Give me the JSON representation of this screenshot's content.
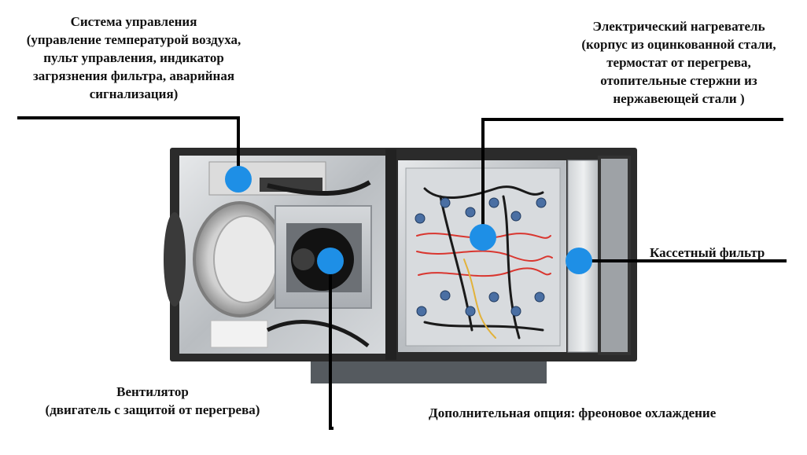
{
  "labels": {
    "control": {
      "lines": [
        "Система управления",
        "(управление температурой воздуха,",
        "пульт управления, индикатор",
        "загрязнения фильтра, аварийная",
        "сигнализация)"
      ]
    },
    "heater": {
      "lines": [
        "Электрический нагреватель",
        "(корпус из оцинкованной стали,",
        "термостат от перегрева,",
        "отопительные стержни из",
        "нержавеющей стали )"
      ]
    },
    "filter": {
      "text": "Кассетный фильтр"
    },
    "fan": {
      "lines": [
        "Вентилятор",
        "(двигатель с защитой от перегрева)"
      ]
    },
    "option": {
      "text": "Дополнительная опция: фреоновое охлаждение"
    }
  },
  "colors": {
    "marker": "#1e8fe6",
    "leader": "#000000",
    "frame": "#2b2b2b",
    "panel": "#bfc3c7",
    "wire_red": "#d9362f",
    "wire_black": "#1a1a1a"
  }
}
